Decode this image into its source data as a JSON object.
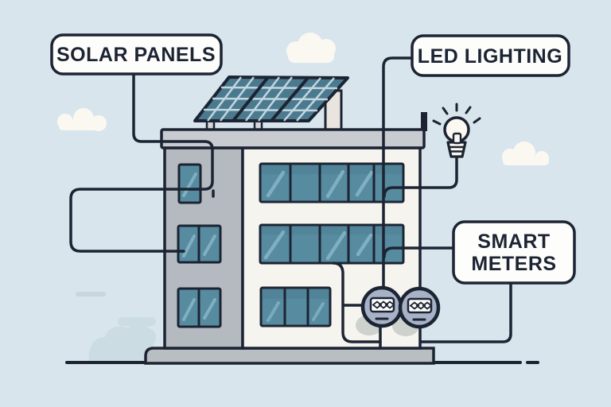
{
  "diagram": {
    "description": "Flat illustration of an energy-efficient building with callout labels",
    "labels": {
      "solar_panels": "SOLAR PANELS",
      "led_lighting": "LED LIGHTING",
      "smart_meters_line1": "SMART",
      "smart_meters_line2": "METERS"
    },
    "icons": [
      "solar-panel-icon",
      "light-bulb-icon",
      "smart-meter-icon",
      "cloud-icon",
      "bush-icon"
    ],
    "colors": {
      "sky": "#d8e5ec",
      "outline": "#1c2433",
      "wall_white": "#f6f4ef",
      "wall_gray": "#b5bac1",
      "cornice": "#c8cbcf",
      "base": "#b9bec3",
      "roof_box": "#e9e5de",
      "glass": "#578ba0",
      "glass_dark": "#4d7f93",
      "glass_streak": "#8ab8c9",
      "panel": "#4b7a8f",
      "panel_grid": "#d6e7ee",
      "meter_body": "#a7b2c6",
      "meter_display": "#fdfdfb",
      "label_fill": "#fdfdfb",
      "cloud": "#fbf8f1",
      "bush": "#ccdce3",
      "wisp": "#c6d7de",
      "shadow": "#c7cbc7",
      "leg": "#d4d7da"
    }
  }
}
